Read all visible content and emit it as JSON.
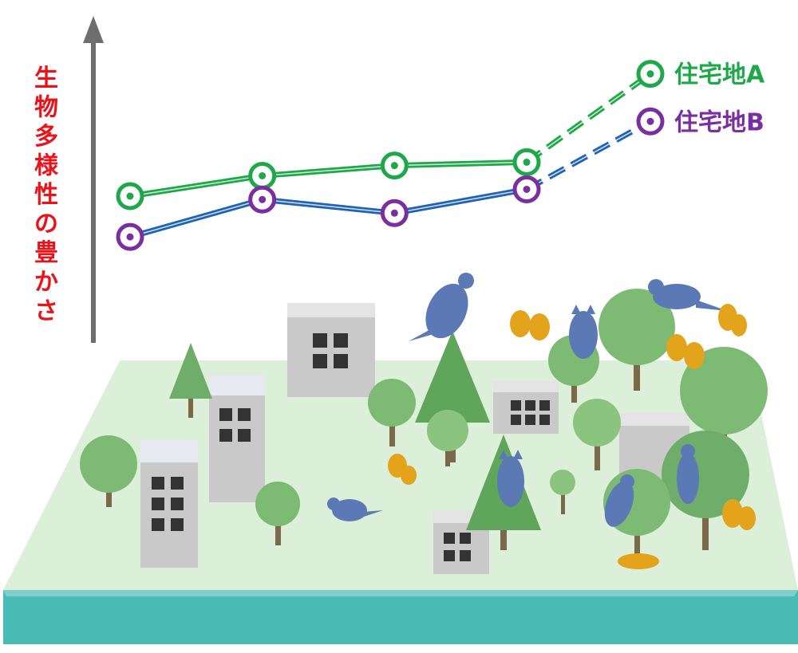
{
  "chart_data": {
    "type": "line",
    "title": "",
    "ylabel": "生物多様性の豊かさ",
    "xlabel": "",
    "x": [
      1,
      2,
      3,
      4,
      5
    ],
    "ylim": [
      0,
      10
    ],
    "xlim": [
      0.8,
      5.5
    ],
    "grid": false,
    "legend": "right, at series ends",
    "series": [
      {
        "name": "住宅地A",
        "color": "#1fa84a",
        "values": [
          5.0,
          5.6,
          5.9,
          6.0,
          8.6
        ],
        "dashed_from_index": 3
      },
      {
        "name": "住宅地B",
        "color": "#7b2e9e",
        "line_color": "#1f63b5",
        "values": [
          3.8,
          4.9,
          4.5,
          5.2,
          7.2
        ],
        "dashed_from_index": 3
      }
    ]
  },
  "colors": {
    "axis_arrow": "#6e6e6e",
    "ylabel": "#e8141c",
    "ground": "#dcefd8",
    "ground_edge": "#4bbcb5",
    "building": "#c8c8c8",
    "tree": "#6fae6a",
    "bird": "#5b79b4",
    "butterfly": "#e3a31a"
  },
  "illustration": {
    "icons": [
      "building-icon",
      "tree-icon",
      "bird-icon",
      "owl-icon",
      "butterfly-icon"
    ]
  }
}
